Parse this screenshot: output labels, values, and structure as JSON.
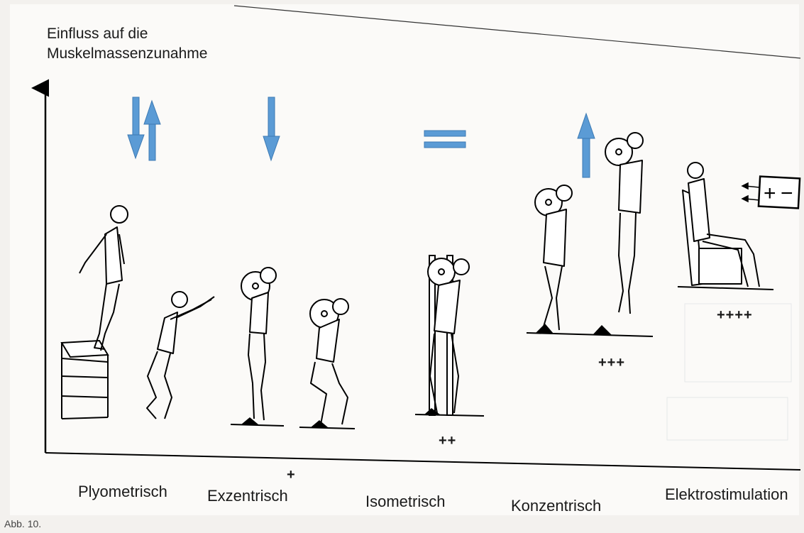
{
  "diagram": {
    "y_axis_label_line1": "Einfluss auf die",
    "y_axis_label_line2": "Muskelmassenzunahme",
    "caption": "Abb. 10.",
    "arrow_color": "#5b9bd5",
    "methods": [
      {
        "label": "Plyometrisch",
        "rating": "",
        "direction": "down-up"
      },
      {
        "label": "Exzentrisch",
        "rating": "+",
        "direction": "down"
      },
      {
        "label": "Isometrisch",
        "rating": "++",
        "direction": "equal"
      },
      {
        "label": "Konzentrisch",
        "rating": "+++",
        "direction": "up"
      },
      {
        "label": "Elektrostimulation",
        "rating": "++++",
        "direction": "none"
      }
    ],
    "stimulator": {
      "plus": "+",
      "minus": "−"
    }
  }
}
